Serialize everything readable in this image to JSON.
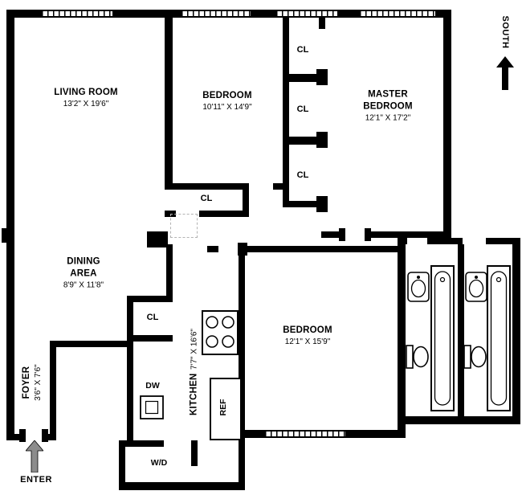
{
  "rooms": [
    {
      "name": "LIVING ROOM",
      "dims": "13'2\" X 19'6\""
    },
    {
      "name": "BEDROOM",
      "dims": "10'11\" X 14'9\""
    },
    {
      "name": "MASTER BEDROOM",
      "dims": "12'1\" X 17'2\""
    },
    {
      "name": "DINING AREA",
      "dims": "8'9\" X 11'8\""
    },
    {
      "name": "FOYER",
      "dims": "3'6\" X 7'6\""
    },
    {
      "name": "KITCHEN",
      "dims": "7'7\" X 16'6\""
    },
    {
      "name": "BEDROOM",
      "dims": "12'1\" X 15'9\""
    }
  ],
  "labels": {
    "closet": "CL",
    "dishwasher": "DW",
    "refrigerator": "REF",
    "washer_dryer": "W/D"
  },
  "compass": {
    "label": "SOUTH"
  },
  "entry": {
    "label": "ENTER"
  },
  "colors": {
    "wall": "#000000",
    "background": "#ffffff",
    "arrow_gray": "#8c8c8c"
  }
}
